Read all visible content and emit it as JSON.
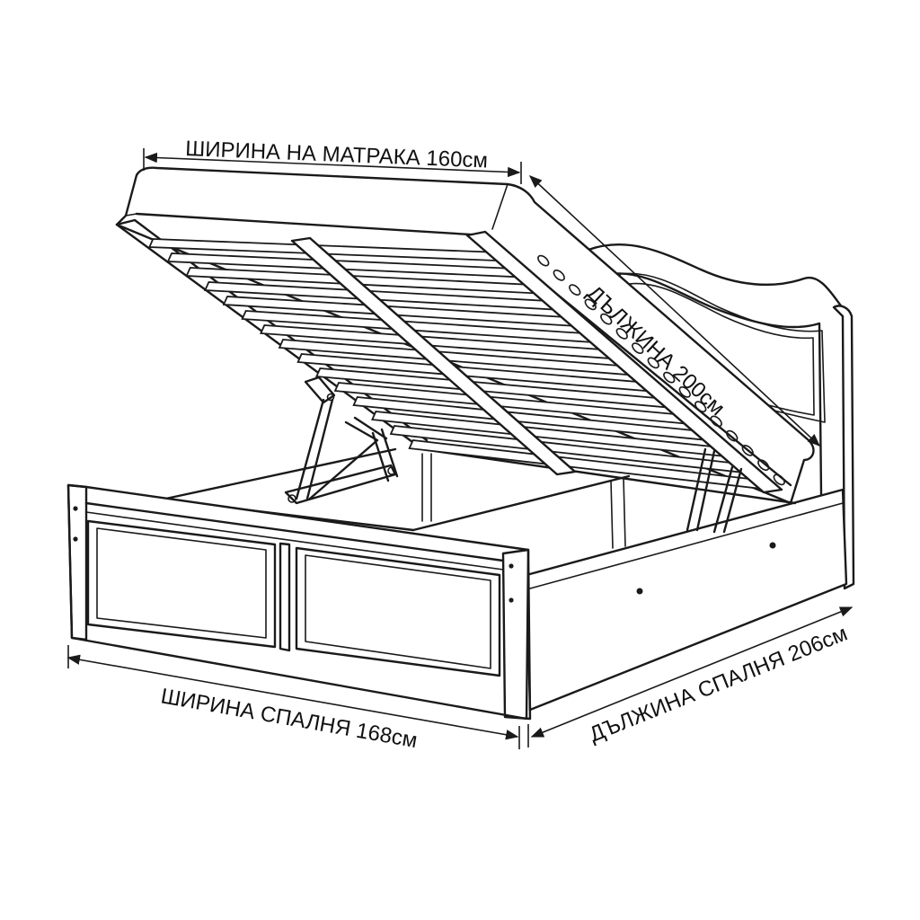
{
  "labels": {
    "mattress_width": "ШИРИНА НА МАТРАКА 160см",
    "mattress_length": "ДЪЛЖИНА 200см",
    "bed_width": "ШИРИНА СПАЛНЯ 168см",
    "bed_length": "ДЪЛЖИНА СПАЛНЯ 206см"
  }
}
